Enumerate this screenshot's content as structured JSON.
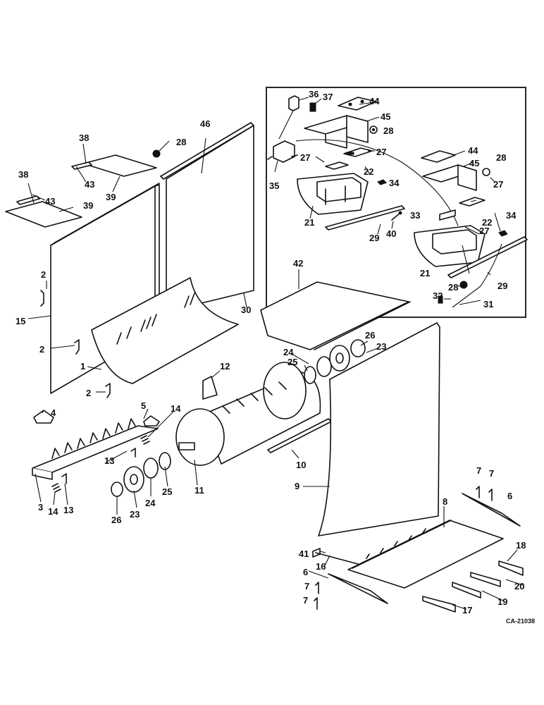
{
  "drawing_ref": "CA-21038",
  "callouts": [
    {
      "id": "c36",
      "text": "36"
    },
    {
      "id": "c37",
      "text": "37"
    },
    {
      "id": "c44a",
      "text": "44"
    },
    {
      "id": "c45a",
      "text": "45"
    },
    {
      "id": "c28a",
      "text": "28"
    },
    {
      "id": "c27a",
      "text": "27"
    },
    {
      "id": "c27b",
      "text": "27"
    },
    {
      "id": "c22a",
      "text": "22"
    },
    {
      "id": "c35",
      "text": "35"
    },
    {
      "id": "c34a",
      "text": "34"
    },
    {
      "id": "c21a",
      "text": "21"
    },
    {
      "id": "c29a",
      "text": "29"
    },
    {
      "id": "c40",
      "text": "40"
    },
    {
      "id": "c33",
      "text": "33"
    },
    {
      "id": "c44b",
      "text": "44"
    },
    {
      "id": "c45b",
      "text": "45"
    },
    {
      "id": "c28b",
      "text": "28"
    },
    {
      "id": "c27c",
      "text": "27"
    },
    {
      "id": "c22b",
      "text": "22"
    },
    {
      "id": "c27d",
      "text": "27"
    },
    {
      "id": "c34b",
      "text": "34"
    },
    {
      "id": "c21b",
      "text": "21"
    },
    {
      "id": "c28c",
      "text": "28"
    },
    {
      "id": "c29b",
      "text": "29"
    },
    {
      "id": "c32",
      "text": "32"
    },
    {
      "id": "c31",
      "text": "31"
    },
    {
      "id": "c38a",
      "text": "38"
    },
    {
      "id": "c38b",
      "text": "38"
    },
    {
      "id": "c43a",
      "text": "43"
    },
    {
      "id": "c43b",
      "text": "43"
    },
    {
      "id": "c39a",
      "text": "39"
    },
    {
      "id": "c39b",
      "text": "39"
    },
    {
      "id": "c28d",
      "text": "28"
    },
    {
      "id": "c46",
      "text": "46"
    },
    {
      "id": "c2a",
      "text": "2"
    },
    {
      "id": "c15",
      "text": "15"
    },
    {
      "id": "c30",
      "text": "30"
    },
    {
      "id": "c2b",
      "text": "2"
    },
    {
      "id": "c1",
      "text": "1"
    },
    {
      "id": "c2c",
      "text": "2"
    },
    {
      "id": "c42",
      "text": "42"
    },
    {
      "id": "c26a",
      "text": "26"
    },
    {
      "id": "c24a",
      "text": "24"
    },
    {
      "id": "c23a",
      "text": "23"
    },
    {
      "id": "c25a",
      "text": "25"
    },
    {
      "id": "c12",
      "text": "12"
    },
    {
      "id": "c4",
      "text": "4"
    },
    {
      "id": "c5",
      "text": "5"
    },
    {
      "id": "c14a",
      "text": "14"
    },
    {
      "id": "c13a",
      "text": "13"
    },
    {
      "id": "c10",
      "text": "10"
    },
    {
      "id": "c3",
      "text": "3"
    },
    {
      "id": "c14b",
      "text": "14"
    },
    {
      "id": "c13b",
      "text": "13"
    },
    {
      "id": "c11",
      "text": "11"
    },
    {
      "id": "c25b",
      "text": "25"
    },
    {
      "id": "c24b",
      "text": "24"
    },
    {
      "id": "c23b",
      "text": "23"
    },
    {
      "id": "c26b",
      "text": "26"
    },
    {
      "id": "c9",
      "text": "9"
    },
    {
      "id": "c7a",
      "text": "7"
    },
    {
      "id": "c7b",
      "text": "7"
    },
    {
      "id": "c6a",
      "text": "6"
    },
    {
      "id": "c8",
      "text": "8"
    },
    {
      "id": "c41",
      "text": "41"
    },
    {
      "id": "c16",
      "text": "16"
    },
    {
      "id": "c18",
      "text": "18"
    },
    {
      "id": "c6b",
      "text": "6"
    },
    {
      "id": "c7c",
      "text": "7"
    },
    {
      "id": "c20",
      "text": "20"
    },
    {
      "id": "c7d",
      "text": "7"
    },
    {
      "id": "c19",
      "text": "19"
    },
    {
      "id": "c17",
      "text": "17"
    }
  ]
}
